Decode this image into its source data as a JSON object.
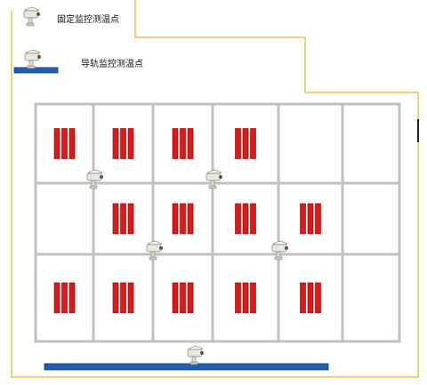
{
  "legend": {
    "fixed_point_label": "固定监控测温点",
    "rail_point_label": "导轨监控测温点"
  },
  "grid": {
    "rows": 3,
    "cols": 6
  },
  "rack_groups": [
    {
      "row": 0,
      "col": 0
    },
    {
      "row": 0,
      "col": 1
    },
    {
      "row": 0,
      "col": 2
    },
    {
      "row": 0,
      "col": 3
    },
    {
      "row": 1,
      "col": 1
    },
    {
      "row": 1,
      "col": 2
    },
    {
      "row": 1,
      "col": 3
    },
    {
      "row": 1,
      "col": 4
    },
    {
      "row": 2,
      "col": 0
    },
    {
      "row": 2,
      "col": 1
    },
    {
      "row": 2,
      "col": 2
    },
    {
      "row": 2,
      "col": 3
    },
    {
      "row": 2,
      "col": 4
    }
  ],
  "fixed_cameras": [
    {
      "after_col": 1,
      "after_row": 1
    },
    {
      "after_col": 3,
      "after_row": 1
    },
    {
      "after_col": 2,
      "after_row": 2
    },
    {
      "after_col": 4,
      "after_row": 2
    }
  ],
  "colors": {
    "boundary": "#F2C14E",
    "grid": "#C0C0C0",
    "rack": "#E01818",
    "rack_edge": "#8A0000",
    "rail": "#1F5FAE",
    "rail_edge": "#0F3A70",
    "camera_body": "#E8E8E0",
    "camera_edge": "#808070"
  },
  "icons": {
    "fixed_camera": "cctv-camera-icon",
    "rail_camera": "rail-mounted-camera-icon",
    "rack": "server-rack-icon"
  }
}
